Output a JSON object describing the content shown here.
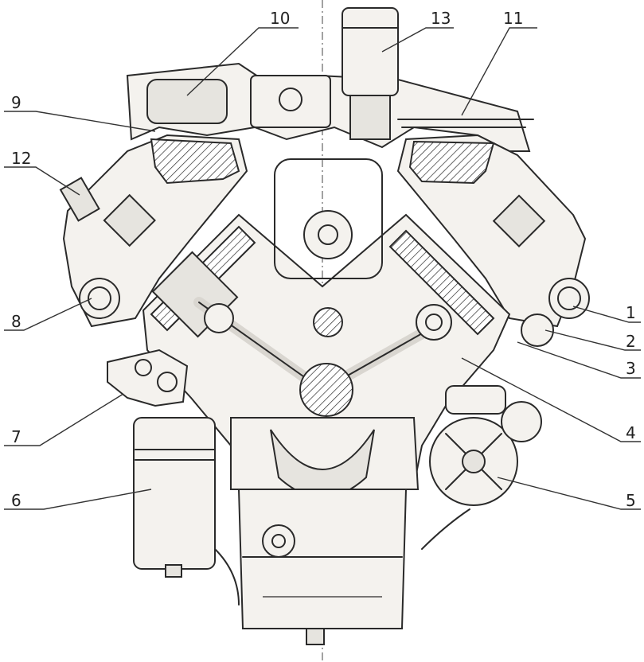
{
  "diagram": {
    "callouts": [
      {
        "id": "1",
        "text": "1"
      },
      {
        "id": "2",
        "text": "2"
      },
      {
        "id": "3",
        "text": "3"
      },
      {
        "id": "4",
        "text": "4"
      },
      {
        "id": "5",
        "text": "5"
      },
      {
        "id": "6",
        "text": "6"
      },
      {
        "id": "7",
        "text": "7"
      },
      {
        "id": "8",
        "text": "8"
      },
      {
        "id": "9",
        "text": "9"
      },
      {
        "id": "10",
        "text": "10"
      },
      {
        "id": "11",
        "text": "11"
      },
      {
        "id": "12",
        "text": "12"
      },
      {
        "id": "13",
        "text": "13"
      }
    ],
    "colors": {
      "line": "#2a2a2a",
      "paper": "#ffffff",
      "shade": "#e6e4df"
    }
  }
}
